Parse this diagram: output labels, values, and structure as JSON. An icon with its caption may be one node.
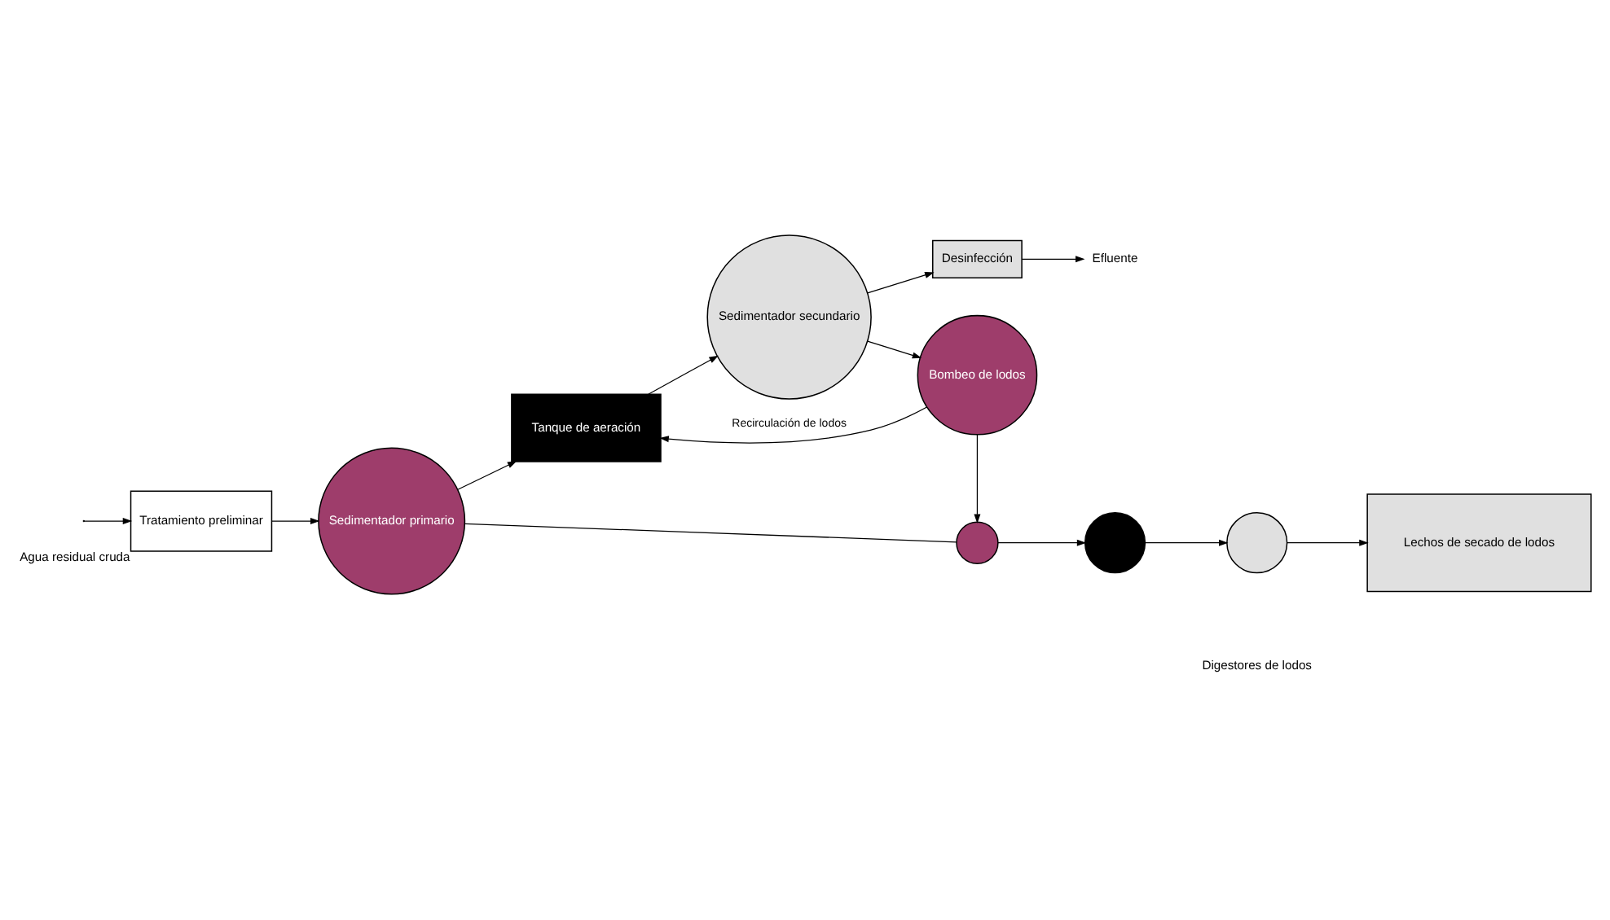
{
  "diagram": {
    "nodes": [
      {
        "text": [
          "Tratamiento preliminar"
        ],
        "beside": [
          "Agua residual cruda"
        ]
      },
      {
        "text": [
          "Sedimentador primario"
        ]
      },
      {
        "text": [
          "Tanque de aeración"
        ]
      },
      {
        "text": [
          "Sedimentador secundario"
        ]
      },
      {
        "text": [
          "Desinfección"
        ]
      },
      {
        "text": [
          "Efluente"
        ]
      },
      {
        "text": [],
        "shape": "circle"
      },
      {
        "text": [
          "Bombeo de lodos"
        ]
      },
      {
        "text": [],
        "shape": "circle"
      },
      {
        "text": [],
        "shape": "circle"
      },
      {
        "text": [
          "Lechos de secado de lodos"
        ]
      }
    ],
    "edges": [
      {
        "from": null,
        "to": 0,
        "arrow": "to"
      },
      {
        "from": 0,
        "to": 1,
        "arrow": "to"
      },
      {
        "from": 1,
        "to": 2,
        "arrow": "to"
      },
      {
        "from": 2,
        "to": 3,
        "arrow": "to"
      },
      {
        "from": 3,
        "to": 4,
        "arrow": "to"
      },
      {
        "from": 4,
        "to": 5,
        "arrow": "to"
      },
      {
        "from": 3,
        "to": 7,
        "arrow": "to"
      },
      {
        "from": 7,
        "to": 6,
        "arrow": "to"
      },
      {
        "from": 7,
        "to": 2,
        "arrow": "to",
        "label": "Recirculación de lodos"
      },
      {
        "from": 1,
        "to": 6,
        "arrow": "none"
      },
      {
        "from": 6,
        "to": 8,
        "arrow": "to"
      },
      {
        "from": 8,
        "to": 9,
        "arrow": "to"
      },
      {
        "from": 9,
        "to": 10,
        "arrow": "to"
      }
    ],
    "labels": [
      "Digestores de lodos"
    ]
  }
}
